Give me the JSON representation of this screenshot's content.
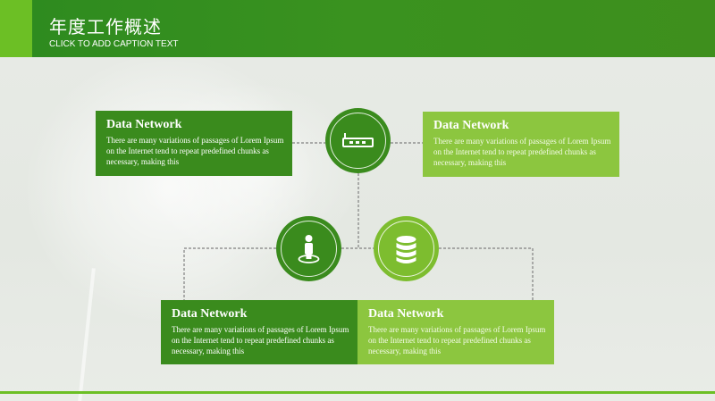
{
  "header": {
    "title": "年度工作概述",
    "subtitle": "CLICK TO ADD CAPTION TEXT"
  },
  "colors": {
    "dark_green": "#3a8b1d",
    "light_green": "#8cc63f",
    "header_green": "#3a921f",
    "accent_green": "#6cbf25"
  },
  "cards": [
    {
      "title": "Data Network",
      "text": "There are many variations of passages of Lorem Ipsum on the Internet tend to repeat predefined chunks as necessary, making this"
    },
    {
      "title": "Data Network",
      "text": "There are many variations of passages of Lorem Ipsum on the Internet tend to repeat predefined chunks as necessary, making this"
    },
    {
      "title": "Data Network",
      "text": "There are many variations of passages of Lorem Ipsum on the Internet tend to repeat predefined chunks as necessary, making this"
    },
    {
      "title": "Data Network",
      "text": "There are many variations of passages of Lorem Ipsum on the Internet tend to repeat predefined chunks as necessary, making this"
    }
  ],
  "icons": [
    "router-icon",
    "person-icon",
    "database-icon"
  ]
}
